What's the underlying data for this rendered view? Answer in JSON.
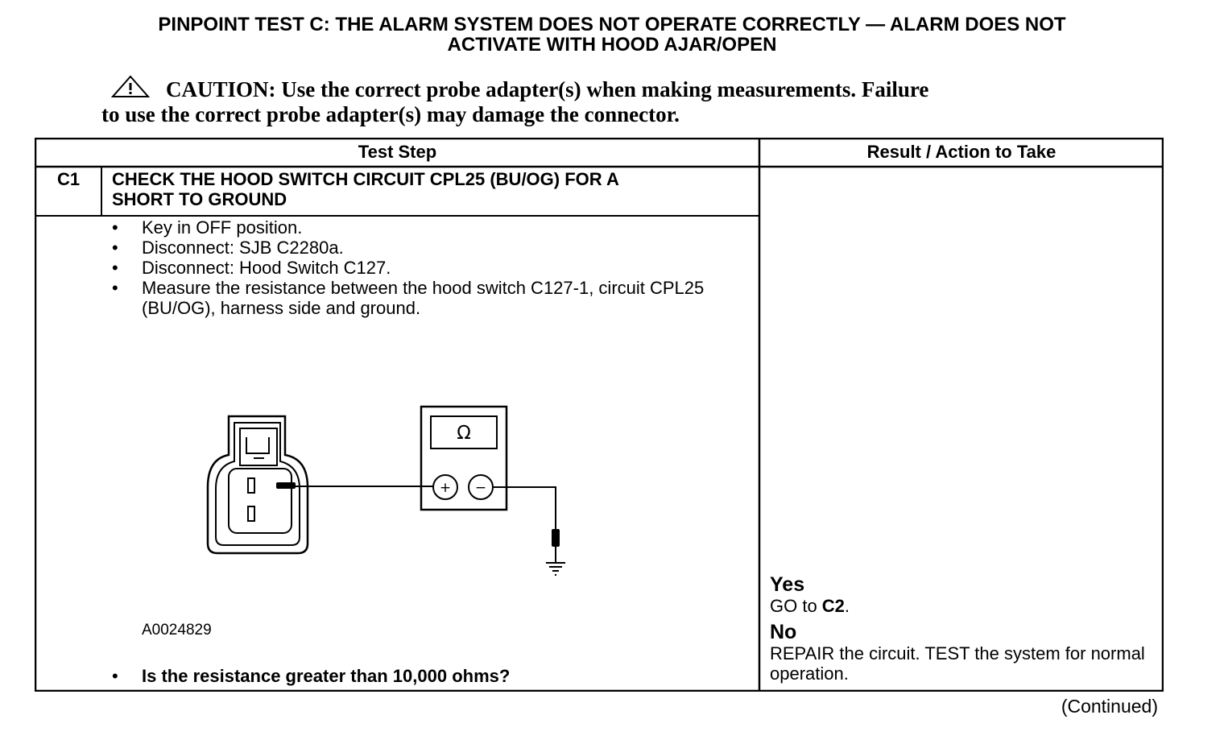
{
  "title": {
    "line1": "PINPOINT TEST C: THE ALARM SYSTEM DOES NOT OPERATE CORRECTLY — ALARM DOES NOT",
    "line2": "ACTIVATE WITH HOOD AJAR/OPEN"
  },
  "caution": {
    "icon": "warning-triangle-icon",
    "label": "CAUTION:",
    "line1": "Use the correct probe adapter(s) when making measurements. Failure",
    "line2": "to use the correct probe adapter(s) may damage the connector."
  },
  "table": {
    "headers": {
      "test_step": "Test Step",
      "result": "Result / Action to Take"
    },
    "step": {
      "id": "C1",
      "title_line1": "CHECK THE HOOD SWITCH CIRCUIT CPL25 (BU/OG) FOR A",
      "title_line2": "SHORT TO GROUND",
      "bullets": [
        "Key in OFF position.",
        "Disconnect: SJB C2280a.",
        "Disconnect: Hood Switch C127.",
        "Measure the resistance between the hood switch C127-1, circuit CPL25 (BU/OG), harness side and ground."
      ],
      "figure": {
        "meter_symbol": "Ω",
        "plus": "+",
        "minus": "−",
        "id": "A0024829"
      },
      "question": "Is the resistance greater than 10,000 ohms?"
    },
    "results": {
      "yes_label": "Yes",
      "yes_prefix": "GO to ",
      "yes_target": "C2",
      "yes_suffix": ".",
      "no_label": "No",
      "no_action": "REPAIR the circuit. TEST the system for normal operation."
    }
  },
  "continued": "(Continued)"
}
